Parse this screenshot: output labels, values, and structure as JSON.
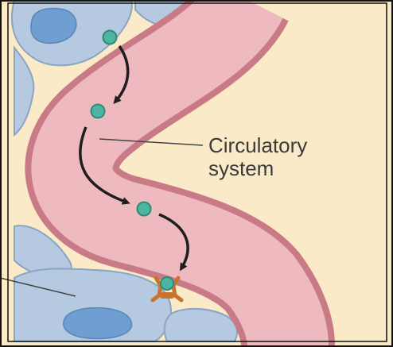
{
  "diagram": {
    "label_line1": "Circulatory",
    "label_line2": "system",
    "colors": {
      "background": "#faeac7",
      "vessel_outer": "#c87b86",
      "vessel_lumen": "#eebac0",
      "cell": "#b5c9e0",
      "cell_border": "#8aa4c3",
      "nucleus": "#6e9ed2",
      "hormone": "#4eb5a0",
      "receptor": "#c8742c",
      "arrow": "#1e1e1e",
      "frame": "#111111"
    },
    "icons": [
      "hormone-molecule",
      "arrow",
      "receptor"
    ]
  }
}
